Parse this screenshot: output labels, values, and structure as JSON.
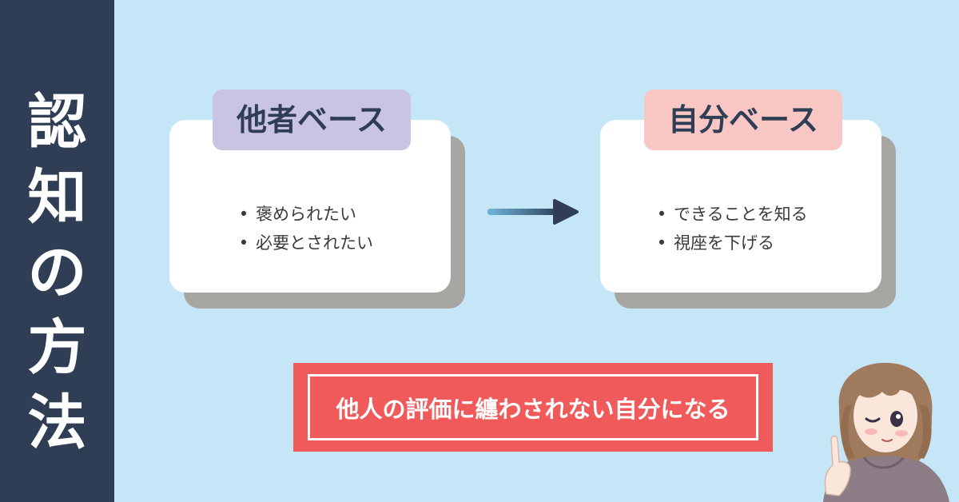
{
  "sidebar": {
    "title_chars": [
      "認",
      "知",
      "の",
      "方",
      "法"
    ]
  },
  "left_card": {
    "tag": "他者ベース",
    "items": [
      "褒められたい",
      "必要とされたい"
    ]
  },
  "right_card": {
    "tag": "自分ベース",
    "items": [
      "できることを知る",
      "視座を下げる"
    ]
  },
  "banner": {
    "text": "他人の評価に纏わされない自分になる"
  },
  "colors": {
    "background": "#c5e6f6",
    "sidebar": "#2f3e55",
    "left_tag": "#cac4e3",
    "right_tag": "#f8c7c3",
    "banner": "#f15a5a",
    "arrow": "#2f3e55"
  },
  "icons": {
    "arrow": "right-arrow-icon",
    "character": "girl-pointing-illustration"
  }
}
